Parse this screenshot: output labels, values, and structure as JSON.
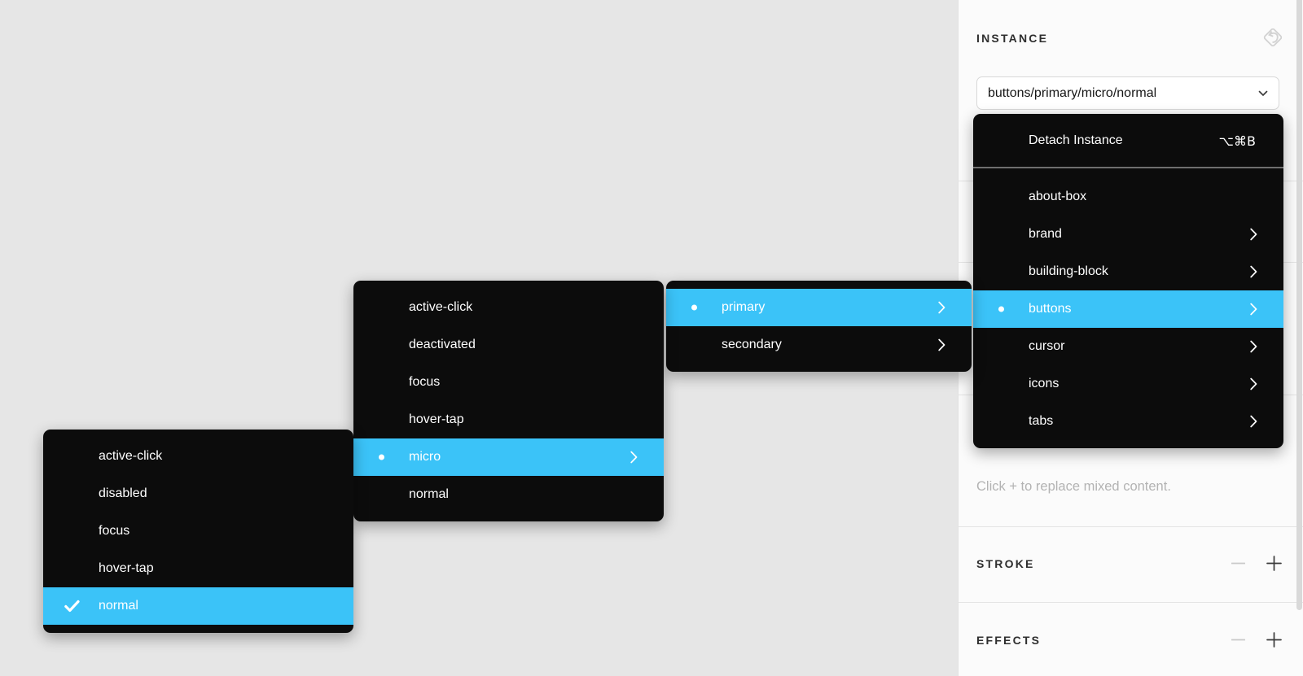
{
  "panel": {
    "title": "INSTANCE",
    "instance_selector": {
      "value": "buttons/primary/micro/normal"
    },
    "hint": "Click + to replace mixed content.",
    "stroke_section": {
      "label": "STROKE"
    },
    "effects_section": {
      "label": "EFFECTS"
    }
  },
  "menus": {
    "instance": {
      "detach": {
        "label": "Detach Instance",
        "shortcut": "⌥⌘B"
      },
      "items": [
        {
          "label": "about-box",
          "has_submenu": false,
          "selected": false,
          "highlighted": false
        },
        {
          "label": "brand",
          "has_submenu": true,
          "selected": false,
          "highlighted": false
        },
        {
          "label": "building-block",
          "has_submenu": true,
          "selected": false,
          "highlighted": false
        },
        {
          "label": "buttons",
          "has_submenu": true,
          "selected": true,
          "highlighted": true
        },
        {
          "label": "cursor",
          "has_submenu": true,
          "selected": false,
          "highlighted": false
        },
        {
          "label": "icons",
          "has_submenu": true,
          "selected": false,
          "highlighted": false
        },
        {
          "label": "tabs",
          "has_submenu": true,
          "selected": false,
          "highlighted": false
        }
      ]
    },
    "variant": {
      "items": [
        {
          "label": "primary",
          "has_submenu": true,
          "selected": true,
          "highlighted": true
        },
        {
          "label": "secondary",
          "has_submenu": true,
          "selected": false,
          "highlighted": false
        }
      ]
    },
    "size": {
      "items": [
        {
          "label": "active-click",
          "has_submenu": false,
          "selected": false,
          "highlighted": false
        },
        {
          "label": "deactivated",
          "has_submenu": false,
          "selected": false,
          "highlighted": false
        },
        {
          "label": "focus",
          "has_submenu": false,
          "selected": false,
          "highlighted": false
        },
        {
          "label": "hover-tap",
          "has_submenu": false,
          "selected": false,
          "highlighted": false
        },
        {
          "label": "micro",
          "has_submenu": true,
          "selected": true,
          "highlighted": true
        },
        {
          "label": "normal",
          "has_submenu": false,
          "selected": false,
          "highlighted": false
        }
      ]
    },
    "state": {
      "items": [
        {
          "label": "active-click",
          "has_submenu": false,
          "checked": false,
          "highlighted": false
        },
        {
          "label": "disabled",
          "has_submenu": false,
          "checked": false,
          "highlighted": false
        },
        {
          "label": "focus",
          "has_submenu": false,
          "checked": false,
          "highlighted": false
        },
        {
          "label": "hover-tap",
          "has_submenu": false,
          "checked": false,
          "highlighted": false
        },
        {
          "label": "normal",
          "has_submenu": false,
          "checked": true,
          "highlighted": true
        }
      ]
    }
  },
  "colors": {
    "highlight": "#3BC3F8",
    "menu_background": "#0C0C0C",
    "canvas_background": "#E6E6E6",
    "panel_background": "#FBFBFB"
  }
}
